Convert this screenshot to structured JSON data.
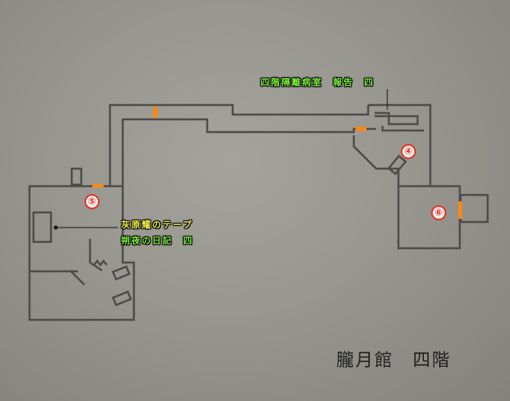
{
  "map": {
    "floor_title": "朧月館　四階",
    "labels": {
      "isolation_ward_report": "四階隔離病室　報告　四",
      "tape": "灰原耀のテープ",
      "diary": "朔夜の日記　四"
    },
    "markers": {
      "m4": "④",
      "m5": "⑤",
      "m6": "⑥"
    },
    "colors": {
      "background": "#9b9a94",
      "wall": "#4f4b49",
      "door": "#f28a1e",
      "label_green": "#7cf03a",
      "label_yellow": "#f4f24a",
      "marker_red": "#e3332a"
    }
  }
}
